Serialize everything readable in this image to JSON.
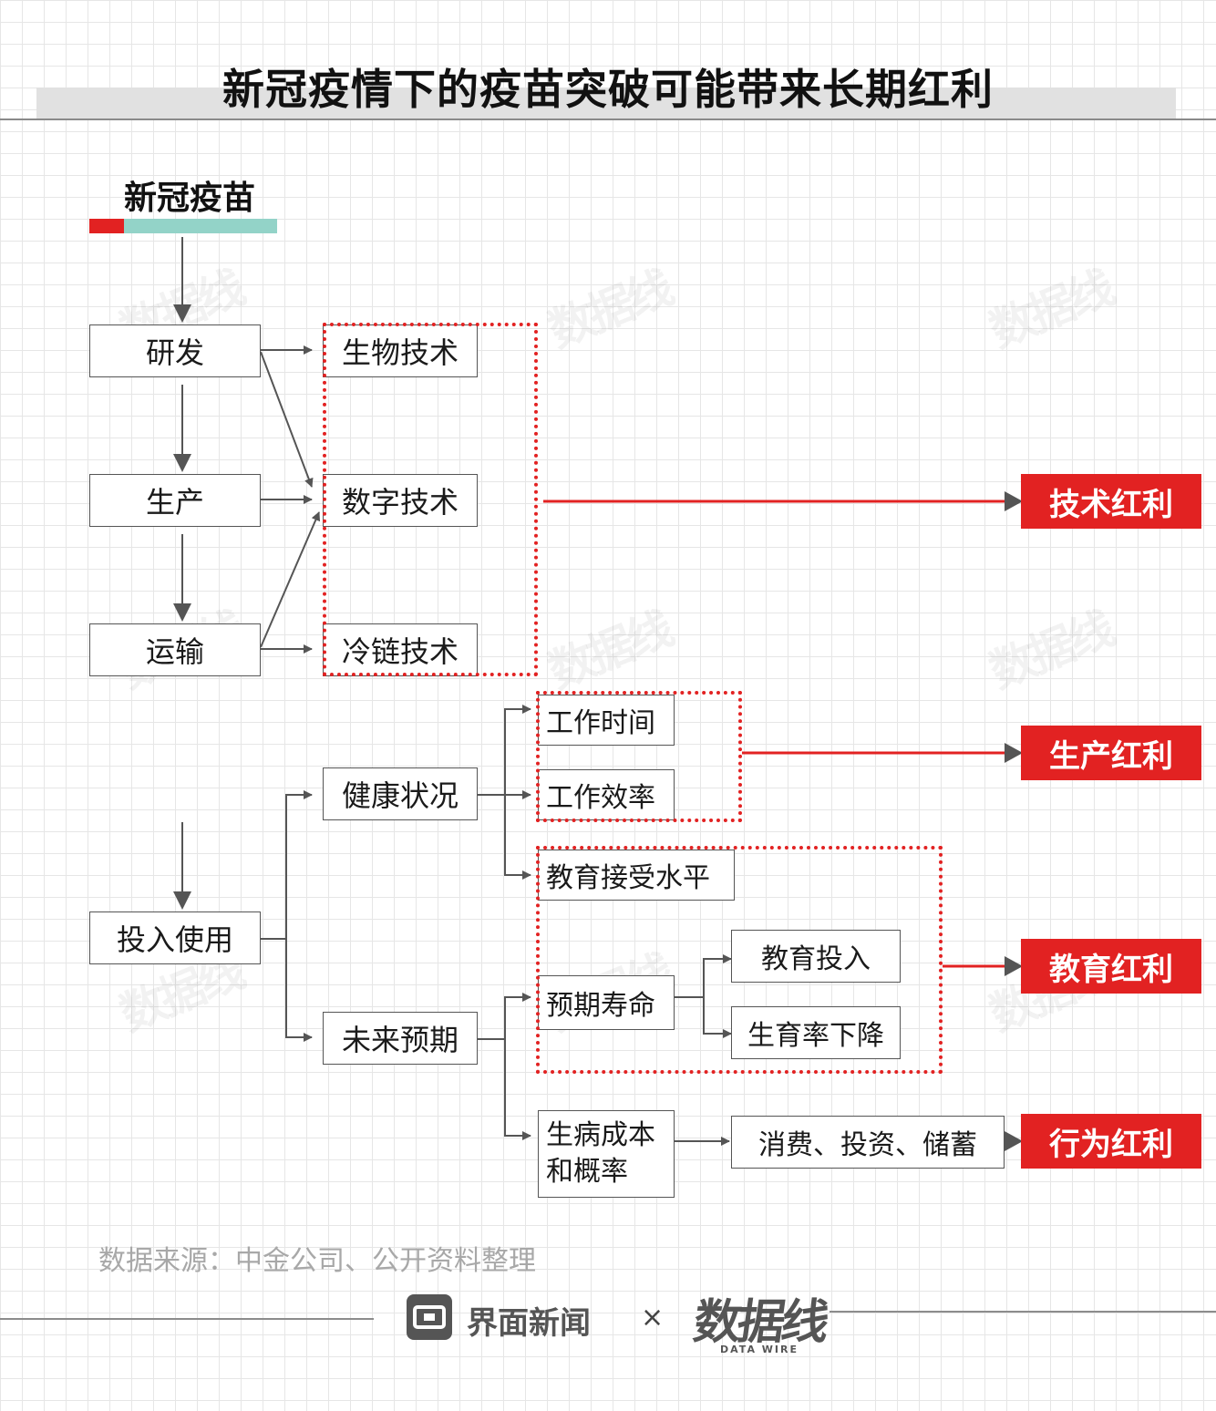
{
  "header": {
    "title": "新冠疫情下的疫苗突破可能带来长期红利",
    "subtitle": "新冠疫苗"
  },
  "nodes": {
    "rnd": "研发",
    "production": "生产",
    "transport": "运输",
    "deployment": "投入使用",
    "biotech": "生物技术",
    "digital_tech": "数字技术",
    "cold_chain": "冷链技术",
    "health": "健康状况",
    "future": "未来预期",
    "work_time": "工作时间",
    "work_efficiency": "工作效率",
    "edu_level": "教育接受水平",
    "life_expectancy": "预期寿命",
    "edu_investment": "教育投入",
    "birth_rate_decline": "生育率下降",
    "sickness_cost_line1": "生病成本",
    "sickness_cost_line2": "和概率",
    "consumption": "消费、投资、储蓄"
  },
  "dividends": {
    "tech": "技术红利",
    "production": "生产红利",
    "education": "教育红利",
    "behavior": "行为红利"
  },
  "footer": {
    "source": "数据来源：中金公司、公开资料整理",
    "brand": "界面新闻",
    "times": "×",
    "partner": "数据线",
    "partner_sub": "DATA WIRE"
  },
  "colors": {
    "accent_red": "#e22222",
    "teal": "#93d3c8",
    "line_gray": "#555555"
  }
}
